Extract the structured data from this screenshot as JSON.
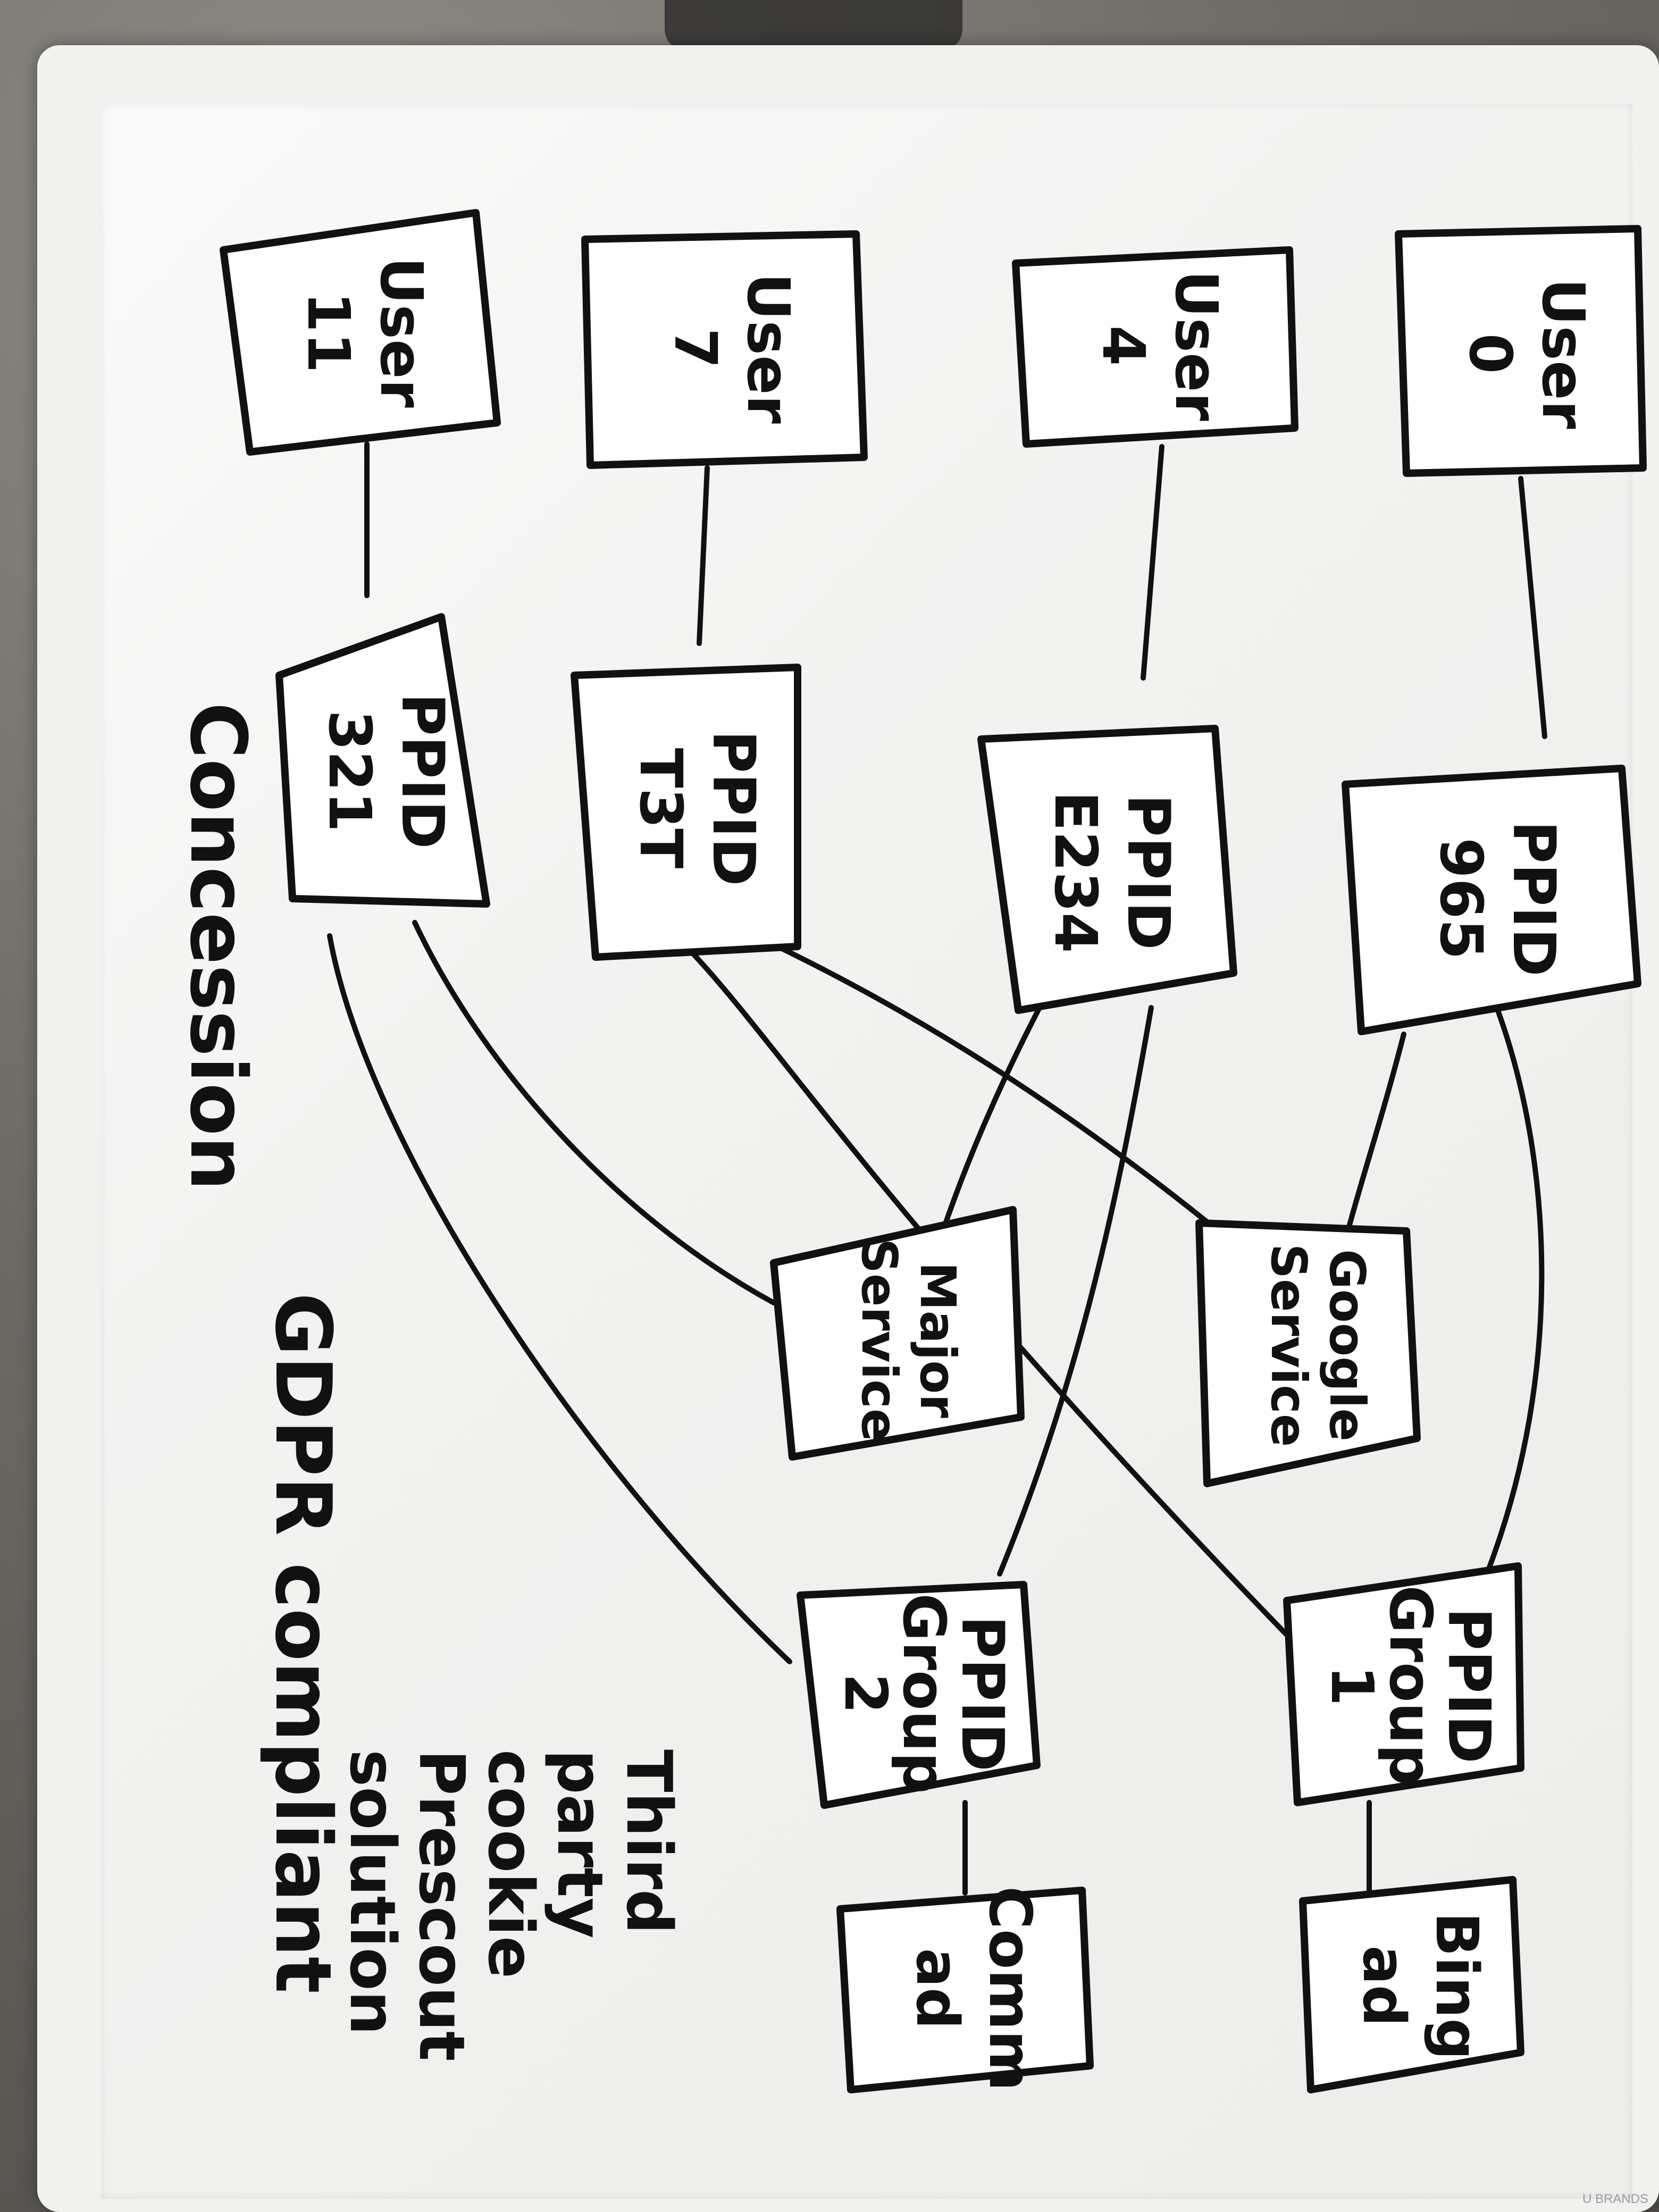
{
  "nodes": {
    "user_0": {
      "line1": "User",
      "line2": "0"
    },
    "user_4": {
      "line1": "User",
      "line2": "4"
    },
    "user_7": {
      "line1": "User",
      "line2": "7"
    },
    "user_11": {
      "line1": "User",
      "line2": "11"
    },
    "ppid_965": {
      "line1": "PPID",
      "line2": "965"
    },
    "ppid_e234": {
      "line1": "PPID",
      "line2": "E234"
    },
    "ppid_t3t": {
      "line1": "PPID",
      "line2": "T3T"
    },
    "ppid_321": {
      "line1": "PPID",
      "line2": "321"
    },
    "google_service": {
      "line1": "Google",
      "line2": "Service"
    },
    "major_service": {
      "line1": "Major",
      "line2": "Service"
    },
    "ppid_group_1": {
      "line1": "PPID",
      "line2": "Group",
      "line3": "1"
    },
    "ppid_group_2": {
      "line1": "PPID",
      "line2": "Group",
      "line3": "2"
    },
    "bing_ad": {
      "line1": "Bing",
      "line2": "ad"
    },
    "comm_ad": {
      "line1": "Comm",
      "line2": "ad"
    }
  },
  "notes": {
    "third_party": [
      "Third",
      "party",
      "cookie",
      "Prescout",
      "solution"
    ],
    "gdpr": "GDPR compliant",
    "concession": "Concession"
  },
  "brand": "U BRANDS"
}
